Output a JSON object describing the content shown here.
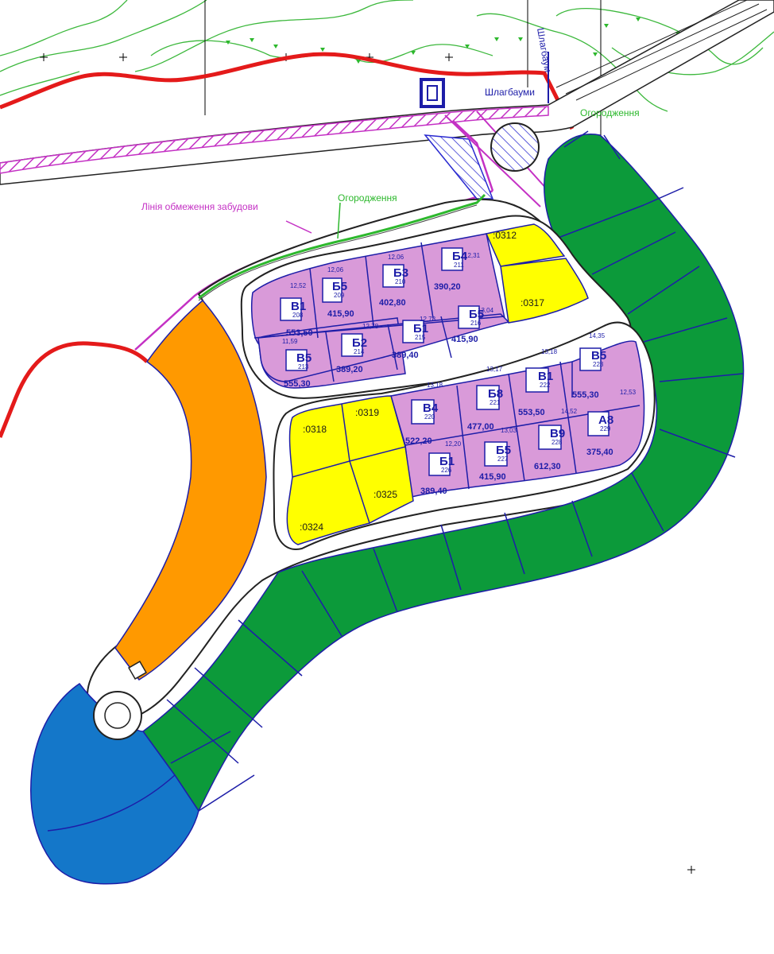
{
  "colors": {
    "boundary_red": "#e41a1a",
    "restriction_magenta": "#c431c4",
    "fence_green": "#2db82d",
    "plot_pink": "#d99ad9",
    "plot_yellow": "#ffff00",
    "green_zone": "#0c9a3a",
    "orange_zone": "#ff9900",
    "blue_zone": "#1477c9",
    "lot_line_blue": "#1d1da8",
    "road_line": "#222222",
    "terrain_green": "#3cb83c"
  },
  "labels": {
    "building_line": "Лінія обмеження забудови",
    "fence": "Огородження",
    "fence_top": "Огородження",
    "barriers": "Шлагбауми",
    "barrier_vertical": "Шлагбаум"
  },
  "yellow_plots": [
    ":0312",
    ":0317",
    ":0318",
    ":0319",
    ":0324",
    ":0325"
  ],
  "pink_plots": [
    {
      "letter": "В1",
      "num": "208",
      "area": "553,50",
      "width": "12,52"
    },
    {
      "letter": "Б5",
      "num": "209",
      "area": "415,90",
      "width": "12,06"
    },
    {
      "letter": "Б3",
      "num": "210",
      "area": "402,80",
      "width": "12,06"
    },
    {
      "letter": "Б4",
      "num": "211",
      "area": "390,20",
      "width": "12,31"
    },
    {
      "letter": "В5",
      "num": "213",
      "area": "555,30",
      "width": "11,59"
    },
    {
      "letter": "Б2",
      "num": "214",
      "area": "389,20",
      "width": "12,78"
    },
    {
      "letter": "Б1",
      "num": "215",
      "area": "389,40",
      "width": "12,78"
    },
    {
      "letter": "Б5",
      "num": "216",
      "area": "415,90",
      "width": "13,04"
    },
    {
      "letter": "В4",
      "num": "220",
      "area": "522,20",
      "width": "13,18"
    },
    {
      "letter": "Б8",
      "num": "221",
      "area": "477,00",
      "width": "13,17"
    },
    {
      "letter": "В1",
      "num": "222",
      "area": "553,50",
      "width": "13,18"
    },
    {
      "letter": "В5",
      "num": "223",
      "area": "555,30",
      "width": "14,35"
    },
    {
      "letter": "Б1",
      "num": "226",
      "area": "389,40",
      "width": "12,20"
    },
    {
      "letter": "Б5",
      "num": "227",
      "area": "415,90",
      "width": "13,03"
    },
    {
      "letter": "В9",
      "num": "228",
      "area": "612,30",
      "width": "14,52"
    },
    {
      "letter": "А8",
      "num": "229",
      "area": "375,40",
      "width": "12,53"
    }
  ]
}
